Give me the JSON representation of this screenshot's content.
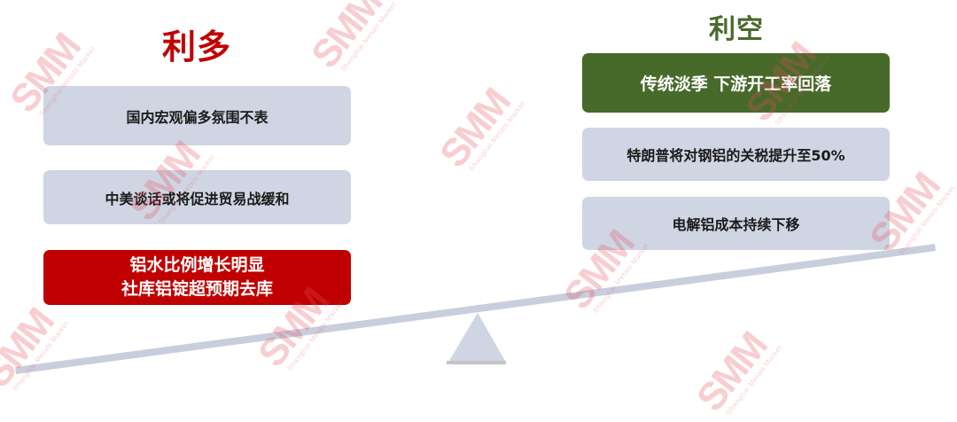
{
  "bullish": {
    "title": "利多",
    "title_color": "#c00000",
    "items": [
      {
        "text": "国内宏观偏多氛围不表",
        "style": "gray"
      },
      {
        "text": "中美谈话或将促进贸易战缓和",
        "style": "gray"
      },
      {
        "lines": [
          "铝水比例增长明显",
          "社库铝锭超预期去库"
        ],
        "style": "red"
      }
    ]
  },
  "bearish": {
    "title": "利空",
    "title_color": "#4a6a2a",
    "items": [
      {
        "text": "传统淡季 下游开工率回落",
        "style": "green"
      },
      {
        "text": "特朗普将对钢铝的关税提升至50%",
        "style": "gray"
      },
      {
        "text": "电解铝成本持续下移",
        "style": "gray"
      }
    ]
  },
  "watermark": {
    "brand": "SMM",
    "subtitle": "Shanghai Metals Market"
  },
  "colors": {
    "box_gray": "#cfd5e2",
    "box_red": "#c00000",
    "box_green": "#476a2a",
    "beam": "#c8cedd",
    "fulcrum": "#cfd5e2"
  }
}
